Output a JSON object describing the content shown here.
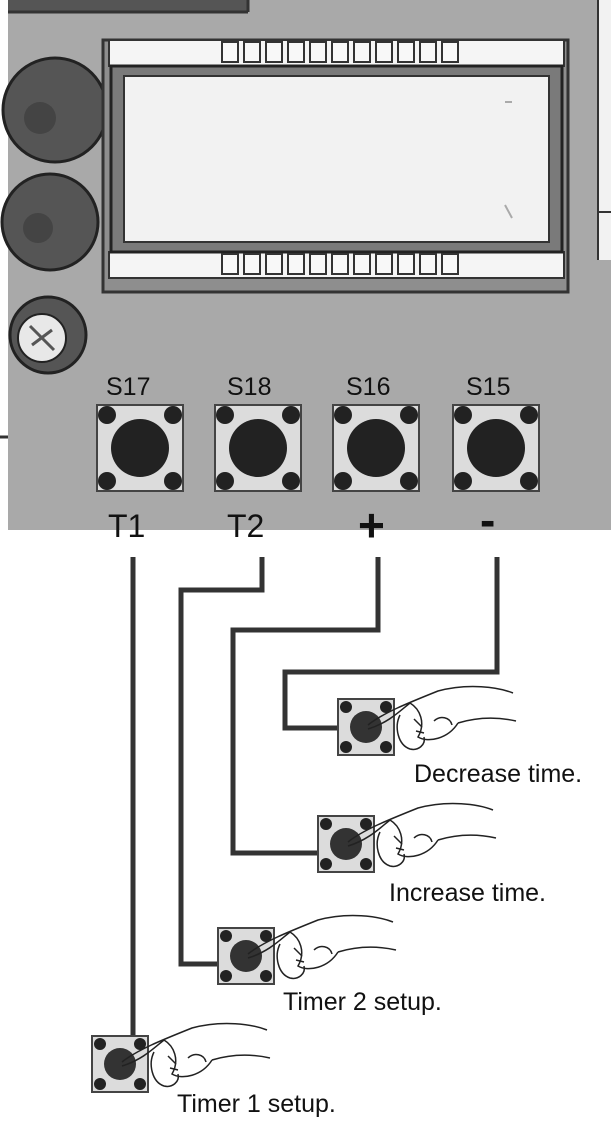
{
  "switches": [
    {
      "id": "S17",
      "function": "T1",
      "caption": "Timer 1 setup."
    },
    {
      "id": "S18",
      "function": "T2",
      "caption": "Timer 2 setup."
    },
    {
      "id": "S16",
      "function": "+",
      "caption": "Increase time."
    },
    {
      "id": "S15",
      "function": "-",
      "caption": "Decrease time."
    }
  ],
  "colors": {
    "board": "#a9a9a9",
    "lcd": "#f2f2f2",
    "wire": "#333333",
    "button_cap": "#222222",
    "button_base": "#dcdcdc"
  }
}
